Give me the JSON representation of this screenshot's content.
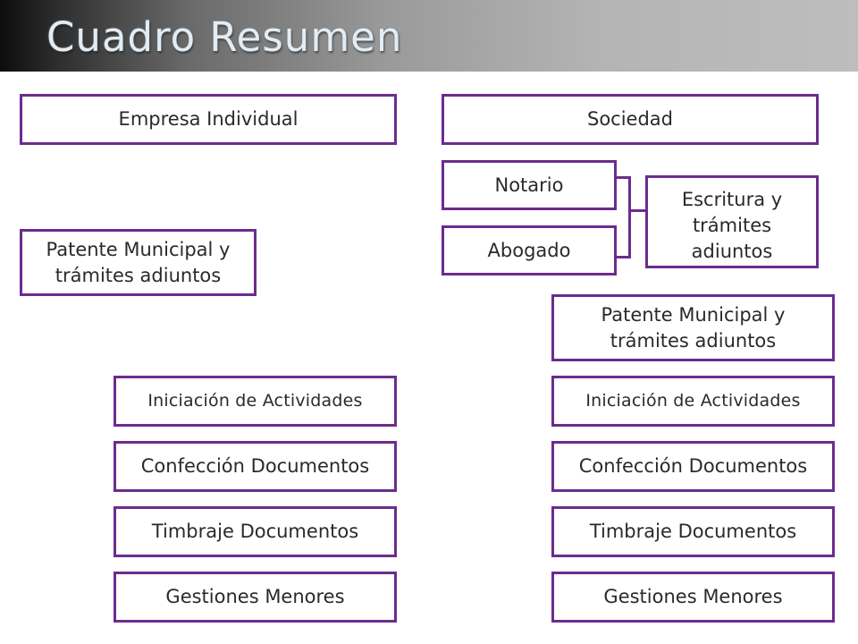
{
  "title": "Cuadro Resumen",
  "colors": {
    "border": "#6b2c8e",
    "text": "#2a2a2a"
  },
  "left": {
    "header": "Empresa Individual",
    "patente": "Patente Municipal y\ntrámites adiuntos",
    "steps": [
      "Iniciación de Actividades",
      "Confección Documentos",
      "Timbraje Documentos",
      "Gestiones Menores"
    ]
  },
  "right": {
    "header": "Sociedad",
    "notario": "Notario",
    "abogado": "Abogado",
    "escritura": "Escritura y\ntrámites\nadiuntos",
    "patente": "Patente Municipal y\ntrámites adiuntos",
    "steps": [
      "Iniciación de Actividades",
      "Confección Documentos",
      "Timbraje Documentos",
      "Gestiones Menores"
    ]
  }
}
